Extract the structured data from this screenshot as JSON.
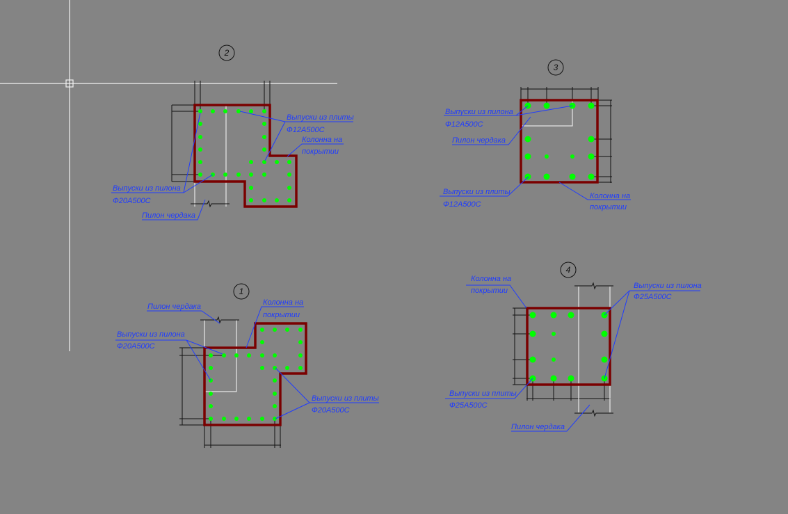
{
  "canvas": {
    "background": "#848484",
    "label_color": "#1f3cff",
    "outline_color": "#7a0000",
    "rebar_color": "#00ff00"
  },
  "details": [
    {
      "id": "1",
      "number": "1",
      "pilon": "Пилон чердака",
      "column_1": "Колонна на",
      "column_2": "покрытии",
      "from_pilon": "Выпуски из пилона",
      "from_pilon_bar": "Ф20А500С",
      "from_slab": "Выпуски из плиты",
      "from_slab_bar": "Ф20А500С"
    },
    {
      "id": "2",
      "number": "2",
      "pilon": "Пилон чердака",
      "column_1": "Колонна на",
      "column_2": "покрытии",
      "from_pilon": "Выпуски из пилона",
      "from_pilon_bar": "Ф20А500С",
      "from_slab": "Выпуски из плиты",
      "from_slab_bar": "Ф12А500С"
    },
    {
      "id": "3",
      "number": "3",
      "pilon": "Пилон чердака",
      "column_1": "Колонна на",
      "column_2": "покрытии",
      "from_pilon": "Выпуски из пилона",
      "from_pilon_bar": "Ф12А500С",
      "from_slab": "Выпуски из плиты",
      "from_slab_bar": "Ф12А500С"
    },
    {
      "id": "4",
      "number": "4",
      "pilon": "Пилон чердака",
      "column_1": "Колонна на",
      "column_2": "покрытии",
      "from_pilon": "Выпуски из пилона",
      "from_pilon_bar": "Ф25А500С",
      "from_slab": "Выпуски из плиты",
      "from_slab_bar": "Ф25А500С"
    }
  ]
}
